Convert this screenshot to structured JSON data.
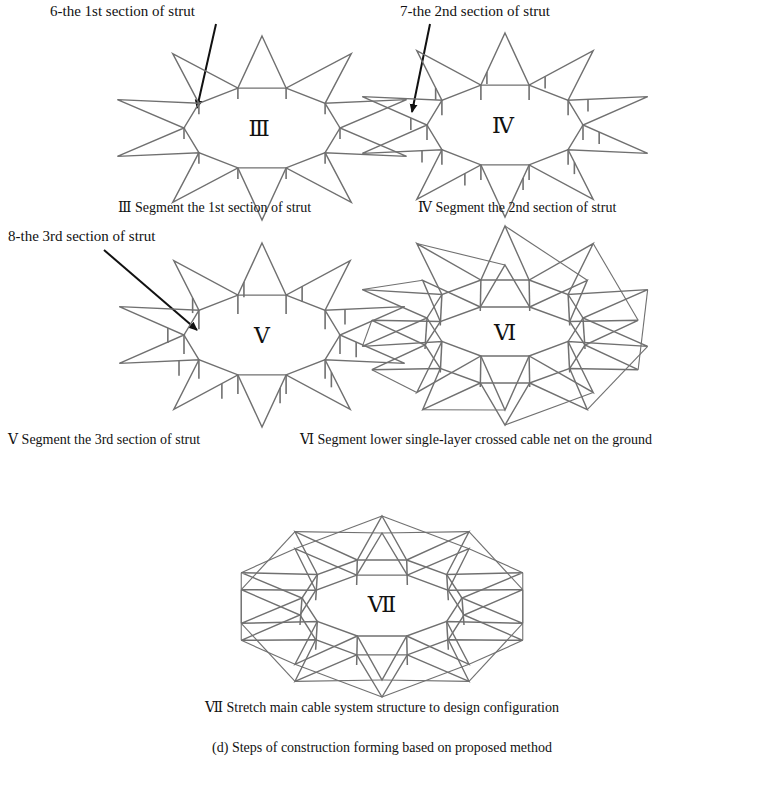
{
  "diagram": {
    "caption": "(d) Steps of construction forming based on proposed method",
    "labels": [
      "6-the 1st section of strut",
      "7-the 2nd section of strut",
      "Ⅲ",
      "Ⅳ",
      "Ⅲ Segment the 1st section of strut",
      "Ⅳ Segment the 2nd section of strut",
      "8-the 3rd section of strut",
      "Ⅴ",
      "Ⅵ",
      "Ⅴ Segment the 3rd section of strut",
      "Ⅵ Segment lower single-layer crossed cable net on the ground",
      "Ⅶ",
      "Ⅶ Stretch main cable system structure to design configuration"
    ]
  }
}
